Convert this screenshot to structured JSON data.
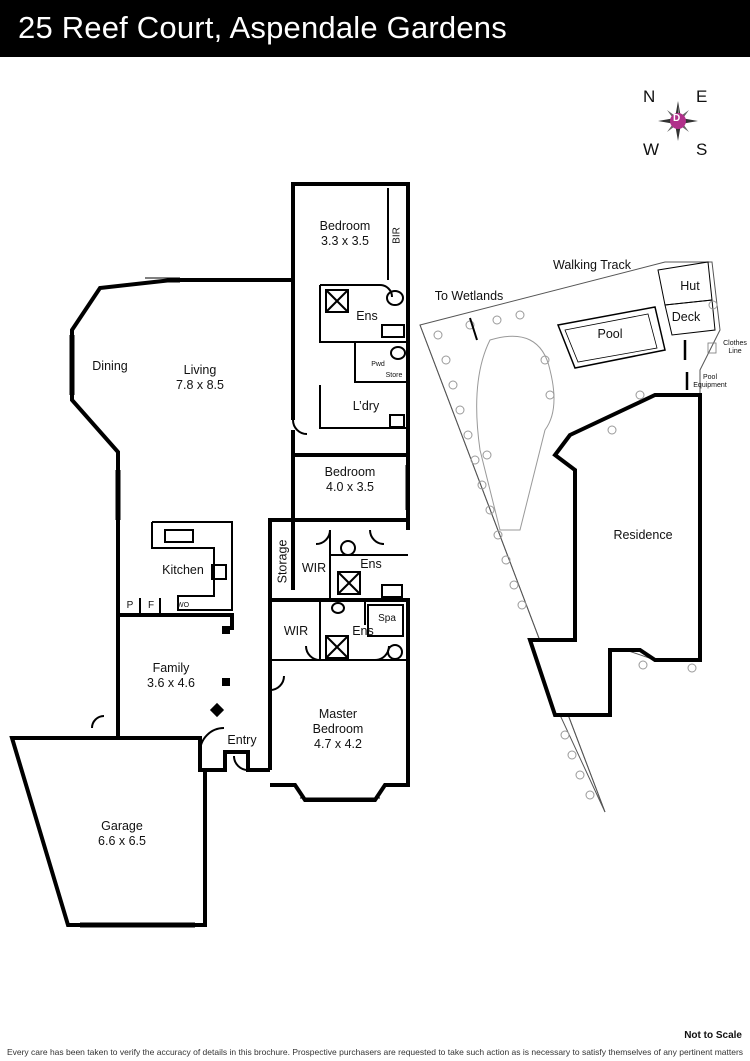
{
  "header": {
    "title": "25 Reef Court, Aspendale Gardens"
  },
  "compass": {
    "n": "N",
    "e": "E",
    "w": "W",
    "s": "S",
    "badge": "D",
    "accent": "#b0308a"
  },
  "rooms": {
    "bedroom1": {
      "name": "Bedroom",
      "dims": "3.3 x 3.5"
    },
    "bir": "BIR",
    "ens1": "Ens",
    "pwd": "Pwd",
    "store": "Store",
    "laundry": "L’dry",
    "dining": "Dining",
    "living": {
      "name": "Living",
      "dims": "7.8 x 8.5"
    },
    "bedroom2": {
      "name": "Bedroom",
      "dims": "4.0 x 3.5"
    },
    "storage": "Storage",
    "wir1": "WIR",
    "ens2": "Ens",
    "kitchen": "Kitchen",
    "pantry": "P",
    "fridge": "F",
    "wo": "WO",
    "wir2": "WIR",
    "ens3": "Ens",
    "spa": "Spa",
    "family": {
      "name": "Family",
      "dims": "3.6 x 4.6"
    },
    "entry": "Entry",
    "master": {
      "name1": "Master",
      "name2": "Bedroom",
      "dims": "4.7 x 4.2"
    },
    "garage": {
      "name": "Garage",
      "dims": "6.6 x 6.5"
    }
  },
  "site": {
    "walking_track": "Walking Track",
    "to_wetlands": "To Wetlands",
    "hut": "Hut",
    "deck": "Deck",
    "pool": "Pool",
    "clothes_line": "Clothes Line",
    "pool_equipment": "Pool Equipment",
    "residence": "Residence"
  },
  "footer": {
    "not_to_scale": "Not to Scale",
    "disclaimer": "Every care has been taken to verify the accuracy of details in this brochure. Prospective purchasers are requested to take such action as is necessary to satisfy themselves of any pertinent matters"
  }
}
